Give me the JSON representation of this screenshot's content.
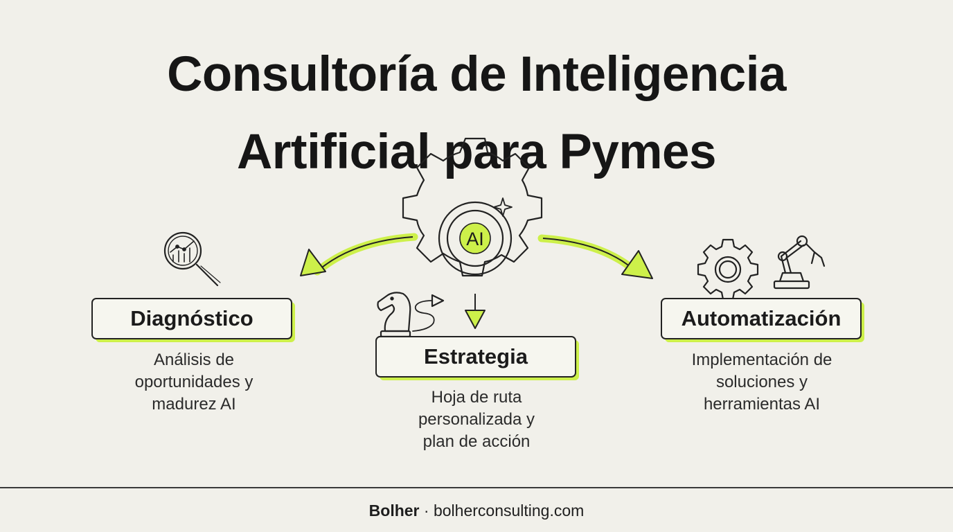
{
  "title": {
    "line1": "Consultoría de Inteligencia",
    "line2": "Artificial para Pymes"
  },
  "center_badge": "AI",
  "steps": [
    {
      "label": "Diagnóstico",
      "icon": "magnifier-chart-icon",
      "description": [
        "Análisis de",
        "oportunidades y",
        "madurez AI"
      ]
    },
    {
      "label": "Estrategia",
      "icon": "chess-knight-icon",
      "description": [
        "Hoja de ruta",
        "personalizada y",
        "plan de acción"
      ]
    },
    {
      "label": "Automatización",
      "icon": "gear-robot-arm-icon",
      "description": [
        "Implementación de",
        "soluciones y",
        "herramientas AI"
      ]
    }
  ],
  "footer": {
    "brand": "Bolher",
    "separator": " · ",
    "site": "bolherconsulting.com"
  },
  "colors": {
    "accent": "#cdf04a",
    "background": "#f1f0ea",
    "ink": "#1c1c1c"
  }
}
